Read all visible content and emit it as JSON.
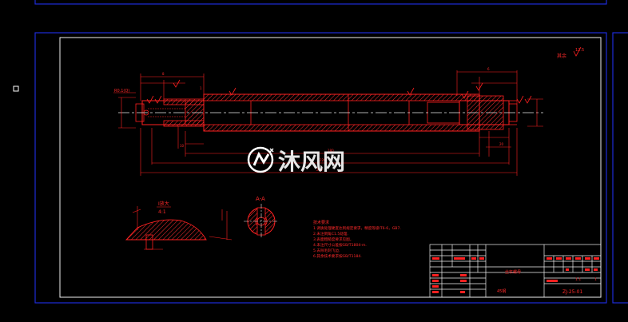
{
  "drawing": {
    "section_label": "A-A",
    "detail_label": "I放大",
    "detail_scale": "4:1",
    "dim_left_tag": "R0.1(Q)",
    "roughness_corner": "其余",
    "roughness_value": "12.5",
    "tech_title": "技术要求",
    "tech_lines": [
      "1.调质处理硬度达到规定要求，精度等级IT6-6，GB7.",
      "2.未注倒角C1.5处理.",
      "3.表面粗糙度要求见图，",
      "4.未注尺寸公差按GB/T1804-m.",
      "5.去除毛刺飞边.",
      "6.其余技术要求按GB/T1184."
    ]
  },
  "title_block": {
    "part_name": "丝杠螺母",
    "material": "45钢",
    "drawing_no": "ZJ-25-01",
    "scale": "1:1",
    "sheet": "1"
  },
  "watermark": {
    "text": "沐风网"
  },
  "colors": {
    "frame_blue": "#1d2bd8",
    "line_red": "#ff2020",
    "center_white": "#e8e8e8",
    "text_red": "#ff2a2a"
  }
}
